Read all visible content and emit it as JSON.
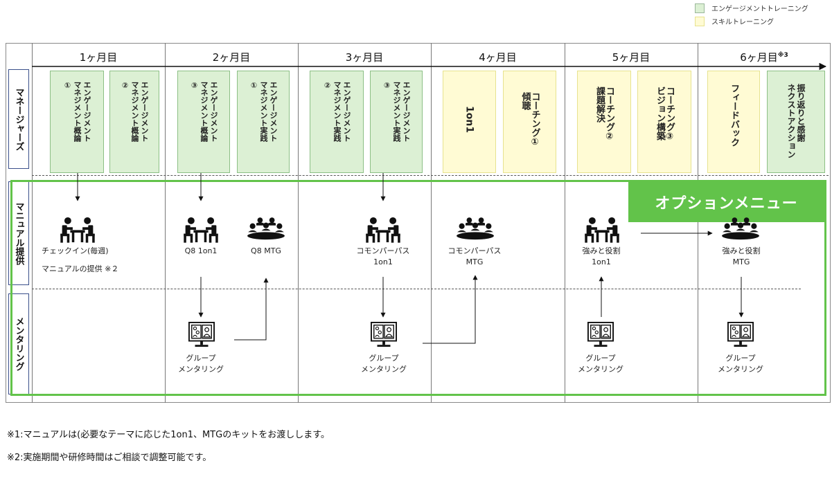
{
  "legend": [
    {
      "label": "エンゲージメントトレーニング",
      "color": "#dcf0d4"
    },
    {
      "label": "スキルトレーニング",
      "color": "#fffbd4"
    }
  ],
  "months": [
    "1ヶ月目",
    "2ヶ月目",
    "3ヶ月目",
    "4ヶ月目",
    "5ヶ月目",
    "6ヶ月目"
  ],
  "month6_note": "※3",
  "row_labels": {
    "managers": "マネージャーズ",
    "manual": "マニュアル提供",
    "mentoring": "メンタリング"
  },
  "boxes": [
    {
      "text": "エンゲージメント\nマネジメント概論\n①",
      "kind": "green"
    },
    {
      "text": "エンゲージメント\nマネジメント概論\n②",
      "kind": "green"
    },
    {
      "text": "エンゲージメント\nマネジメント概論\n③",
      "kind": "green"
    },
    {
      "text": "エンゲージメント\nマネジメント実践\n①",
      "kind": "green"
    },
    {
      "text": "エンゲージメント\nマネジメント実践\n②",
      "kind": "green"
    },
    {
      "text": "エンゲージメント\nマネジメント実践\n③",
      "kind": "green"
    },
    {
      "text": "1on1",
      "kind": "yellow"
    },
    {
      "text": "コーチング①\n傾聴",
      "kind": "yellow"
    },
    {
      "text": "コーチング②\n課題解決",
      "kind": "yellow"
    },
    {
      "text": "コーチング③\nビジョン構築",
      "kind": "yellow"
    },
    {
      "text": "フィードバック",
      "kind": "yellow"
    },
    {
      "text": "振り返りと感謝\nネクストアクション",
      "kind": "green"
    }
  ],
  "option_menu": "オプションメニュー",
  "items": {
    "checkin": "チェックイン(毎週)",
    "manual_note": "マニュアルの提供 ※２",
    "q8_1on1": "Q8 1on1",
    "q8_mtg": "Q8 MTG",
    "common_1on1_l1": "コモンパーパス",
    "common_1on1_l2": "1on1",
    "common_mtg_l1": "コモンパーパス",
    "common_mtg_l2": "MTG",
    "strength_1on1_l1": "強みと役割",
    "strength_1on1_l2": "1on1",
    "strength_mtg_l1": "強みと役割",
    "strength_mtg_l2": "MTG",
    "group_l1": "グループ",
    "group_l2": "メンタリング"
  },
  "footnotes": [
    "※1:マニュアルは(必要なテーマに応じた1on1、MTGのキットをお渡しします。",
    "※2:実施期間や研修時間はご相談で調整可能です。"
  ]
}
